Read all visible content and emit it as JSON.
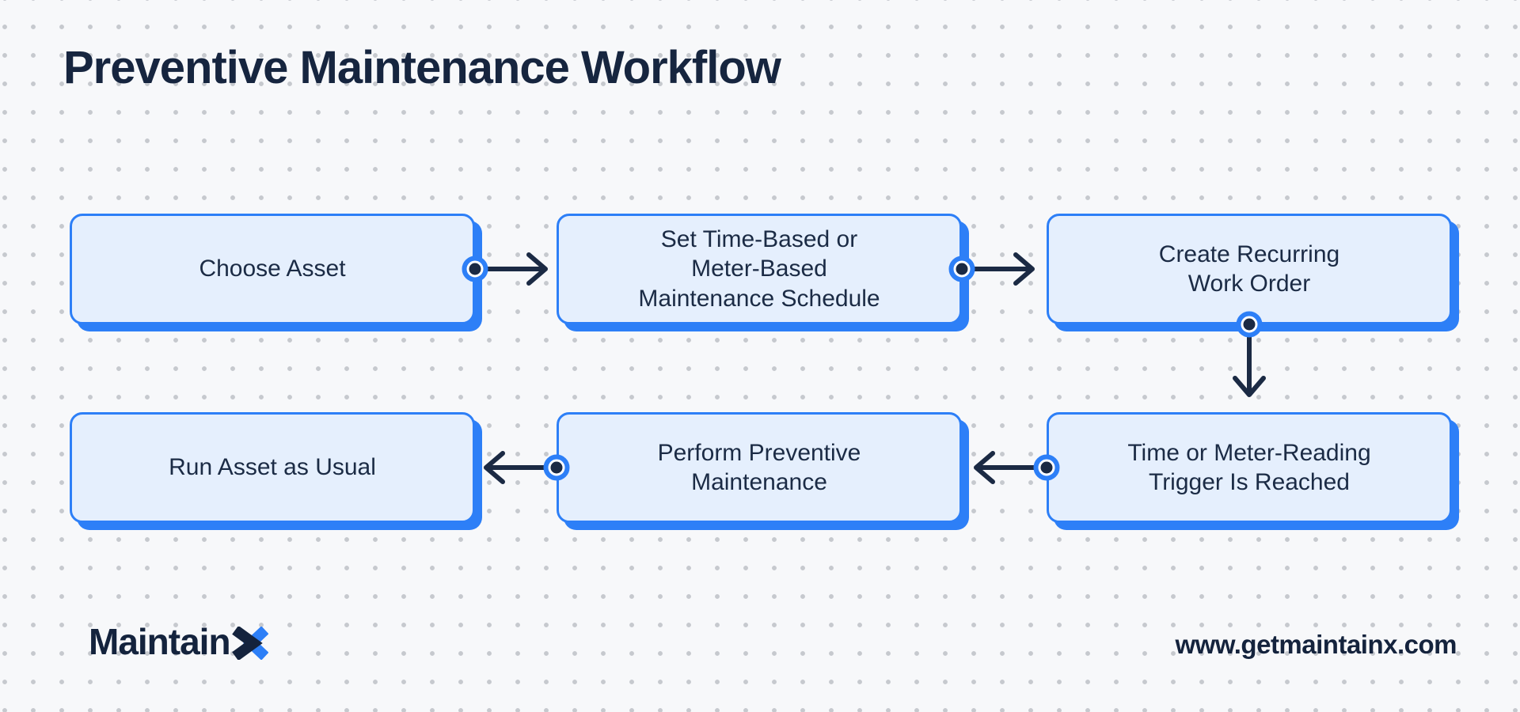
{
  "title": "Preventive Maintenance Workflow",
  "colors": {
    "background": "#f7f8fa",
    "dot_grid": "#c6c9ce",
    "accent_blue": "#2d7ff7",
    "node_fill": "#e5effd",
    "navy_text": "#16253f",
    "arrow_navy": "#1b2a44"
  },
  "nodes": {
    "choose_asset": {
      "lines": [
        "Choose Asset"
      ]
    },
    "set_schedule": {
      "lines": [
        "Set Time-Based or",
        "Meter-Based",
        "Maintenance Schedule"
      ]
    },
    "create_work_order": {
      "lines": [
        "Create Recurring",
        "Work Order"
      ]
    },
    "run_asset": {
      "lines": [
        "Run Asset as Usual"
      ]
    },
    "perform_maintenance": {
      "lines": [
        "Perform Preventive",
        "Maintenance"
      ]
    },
    "trigger_reached": {
      "lines": [
        "Time or Meter-Reading",
        "Trigger Is Reached"
      ]
    }
  },
  "edges": [
    {
      "from": "choose_asset",
      "to": "set_schedule",
      "direction": "right"
    },
    {
      "from": "set_schedule",
      "to": "create_work_order",
      "direction": "right"
    },
    {
      "from": "create_work_order",
      "to": "trigger_reached",
      "direction": "down"
    },
    {
      "from": "trigger_reached",
      "to": "perform_maintenance",
      "direction": "left"
    },
    {
      "from": "perform_maintenance",
      "to": "run_asset",
      "direction": "left"
    }
  ],
  "footer": {
    "logo_text": "Maintain",
    "logo_x": "X",
    "website": "www.getmaintainx.com"
  }
}
